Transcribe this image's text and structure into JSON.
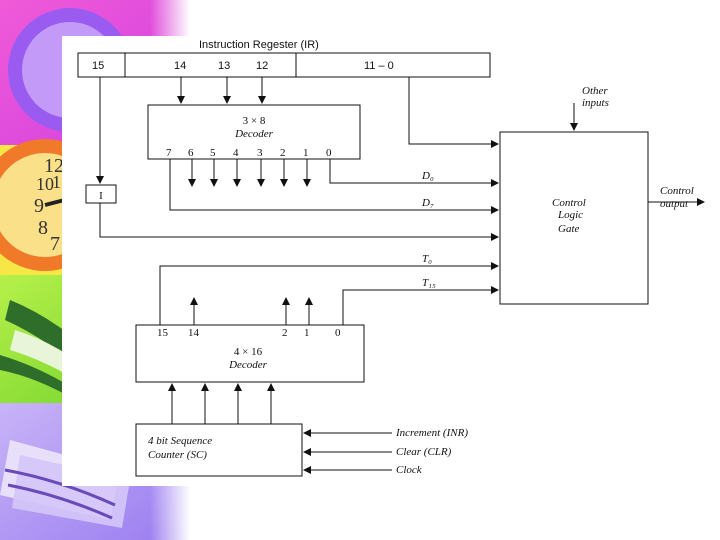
{
  "slide": {
    "theme_colors": {
      "magenta": "#e84ad6",
      "purple": "#9a5cf0",
      "lime": "#8fdc2c",
      "yellow": "#f6e646",
      "orange": "#f07a2a",
      "lavender": "#b59cf4"
    }
  },
  "diagram": {
    "ir": {
      "title": "Instruction Regester (IR)",
      "bits": {
        "b15": "15",
        "b14": "14",
        "b13": "13",
        "b12": "12",
        "b11_0": "11 – 0"
      }
    },
    "decoder_3x8": {
      "line1": "3 × 8",
      "line2": "Decoder",
      "outputs": [
        "7",
        "6",
        "5",
        "4",
        "3",
        "2",
        "1",
        "0"
      ]
    },
    "flipflop_i": {
      "label": "I"
    },
    "signals": {
      "d0": "D₀",
      "d7": "D₇",
      "t0": "T₀",
      "t15": "T₁₅"
    },
    "control_logic": {
      "line1": "Control",
      "line2": "Logic",
      "line3": "Gate",
      "other_inputs_1": "Other",
      "other_inputs_2": "inputs",
      "output_1": "Control",
      "output_2": "output"
    },
    "decoder_4x16": {
      "line1": "4 × 16",
      "line2": "Decoder",
      "outputs": {
        "o15": "15",
        "o14": "14",
        "o2": "2",
        "o1": "1",
        "o0": "0"
      }
    },
    "sequence_counter": {
      "line1": "4 bit  Sequence",
      "line2": "Counter  (SC)",
      "inputs": {
        "increment": "Increment (INR)",
        "clear": "Clear  (CLR)",
        "clock": "Clock"
      }
    }
  }
}
